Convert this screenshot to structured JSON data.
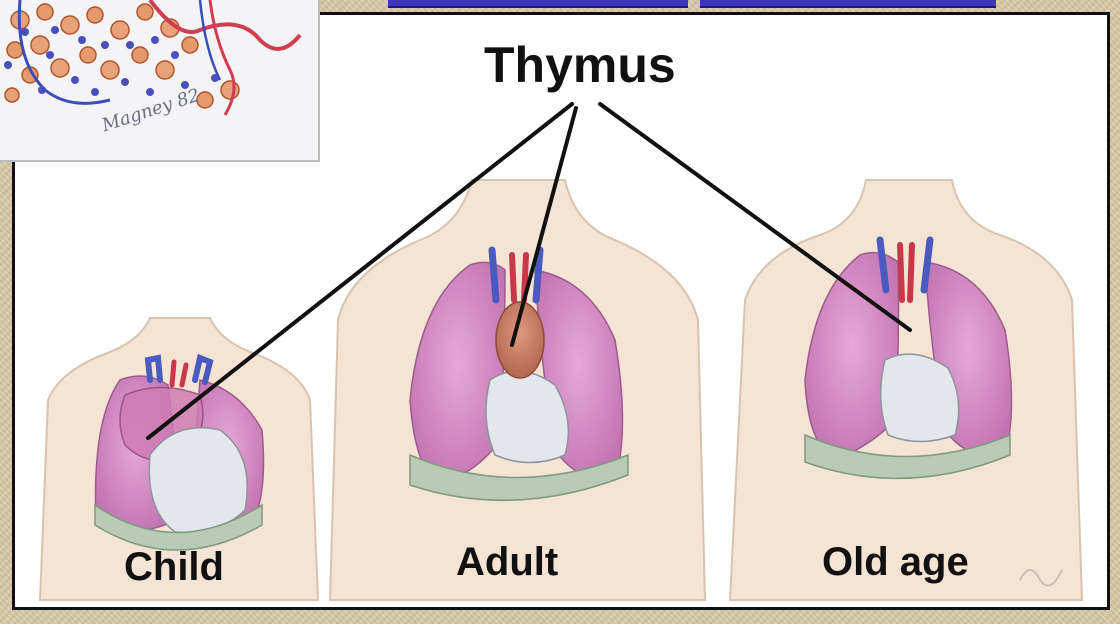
{
  "title": "Thymus",
  "labels": {
    "child": "Child",
    "adult": "Adult",
    "old_age": "Old age"
  },
  "inset": {
    "signature": "Magney 82"
  },
  "colors": {
    "background": "#d8c9a8",
    "skin": "#f5e4d3",
    "lung": "#d98bc8",
    "thymus": "#c9866d",
    "heart": "#e3e6ea",
    "diaphragm": "#b9cbb5",
    "vessel_red": "#c8384a",
    "vessel_blue": "#4a5bbf",
    "link_bar": "#3c36b8"
  }
}
